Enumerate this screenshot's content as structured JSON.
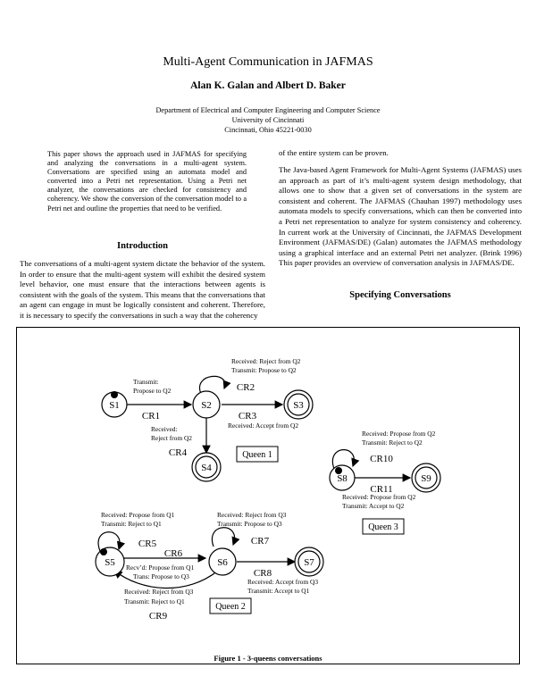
{
  "title": "Multi-Agent Communication in JAFMAS",
  "authors": "Alan K. Galan and Albert D. Baker",
  "affiliation": [
    "Department of Electrical and Computer Engineering and Computer Science",
    "University of Cincinnati",
    "Cincinnati, Ohio 45221-0030"
  ],
  "abstract": "This paper shows the approach used in JAFMAS for specifying and analyzing the conversations in a multi-agent system. Conversations are specified using an automata model and converted into a Petri net representation. Using a Petri net analyzer, the conversations are checked for consistency and coherency. We show the conversion of the conversation model to a Petri net and outline the properties that need to be verified.",
  "intro_heading": "Introduction",
  "intro_text": "The conversations of a multi-agent system dictate the behavior of the system. In order to ensure that the multi-agent system will exhibit the desired system level behavior, one must ensure that the interactions between agents is consistent with the goals of the system. This means that the conversations that an agent can engage in must be logically consistent and coherent. Therefore, it is necessary to specify the conversations in such a way that the coherency",
  "right_col_1": "of the entire system can be proven.",
  "right_col_2": "The Java-based Agent Framework for Multi-Agent Systems (JAFMAS) uses an approach as part of it’s multi-agent system design methodology, that allows one to show that a given set of conversations in the system are consistent and coherent. The JAFMAS (Chauhan 1997) methodology uses automata models to specify conversations, which can then be converted into a Petri net representation to analyze for system consistency and coherency. In current work at the University of Cincinnati, the JAFMAS Development Environment (JAFMAS/DE) (Galan) automates the JAFMAS methodology using a graphical interface and an external Petri net analyzer. (Brink 1996) This paper provides an overview of conversation analysis in JAFMAS/DE.",
  "spec_heading": "Specifying Conversations",
  "figure": {
    "caption": "Figure 1 - 3-queens conversations",
    "states": [
      "S1",
      "S2",
      "S3",
      "S4",
      "S5",
      "S6",
      "S7",
      "S8",
      "S9"
    ],
    "conversation_labels": [
      "CR1",
      "CR2",
      "CR3",
      "CR4",
      "CR5",
      "CR6",
      "CR7",
      "CR8",
      "CR9",
      "CR10",
      "CR11"
    ],
    "queen_labels": [
      "Queen 1",
      "Queen 2",
      "Queen 3"
    ],
    "annotations": {
      "q1_transmit_1": "Transmit:",
      "q1_transmit_2": "Propose to Q2",
      "q1_cr2_1": "Received: Reject from Q2",
      "q1_cr2_2": "Transmit: Propose to Q2",
      "q1_cr3": "Received: Accept from Q2",
      "q1_cr4_1": "Received:",
      "q1_cr4_2": "Reject from Q2",
      "q3_cr10_1": "Received: Propose from Q2",
      "q3_cr10_2": "Transmit: Reject to Q2",
      "q3_cr11_1": "Received: Propose from Q2",
      "q3_cr11_2": "Transmit: Accept to Q2",
      "q2_cr5_1": "Received: Propose from Q1",
      "q2_cr5_2": "Transmit: Reject to Q1",
      "q2_cr7_1": "Received: Reject from Q3",
      "q2_cr7_2": "Transmit: Propose to Q3",
      "q2_cr6_1": "Recv’d: Propose from Q1",
      "q2_cr6_2": "Trans: Propose to Q3",
      "q2_cr8_1": "Received: Accept from Q3",
      "q2_cr8_2": "Transmit: Accept to Q1",
      "q2_cr9_1": "Received: Reject from Q3",
      "q2_cr9_2": "Transmit: Reject to Q1"
    }
  }
}
